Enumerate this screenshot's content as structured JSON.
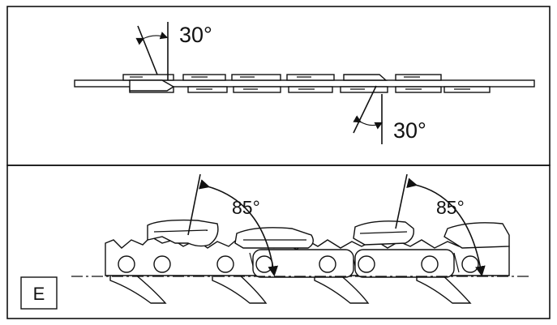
{
  "top_panel": {
    "angle_upper": "30°",
    "angle_lower": "30°"
  },
  "bottom_panel": {
    "angle_left": "85°",
    "angle_right": "85°",
    "figure_letter": "E"
  },
  "colors": {
    "line": "#111111",
    "background": "#ffffff"
  }
}
